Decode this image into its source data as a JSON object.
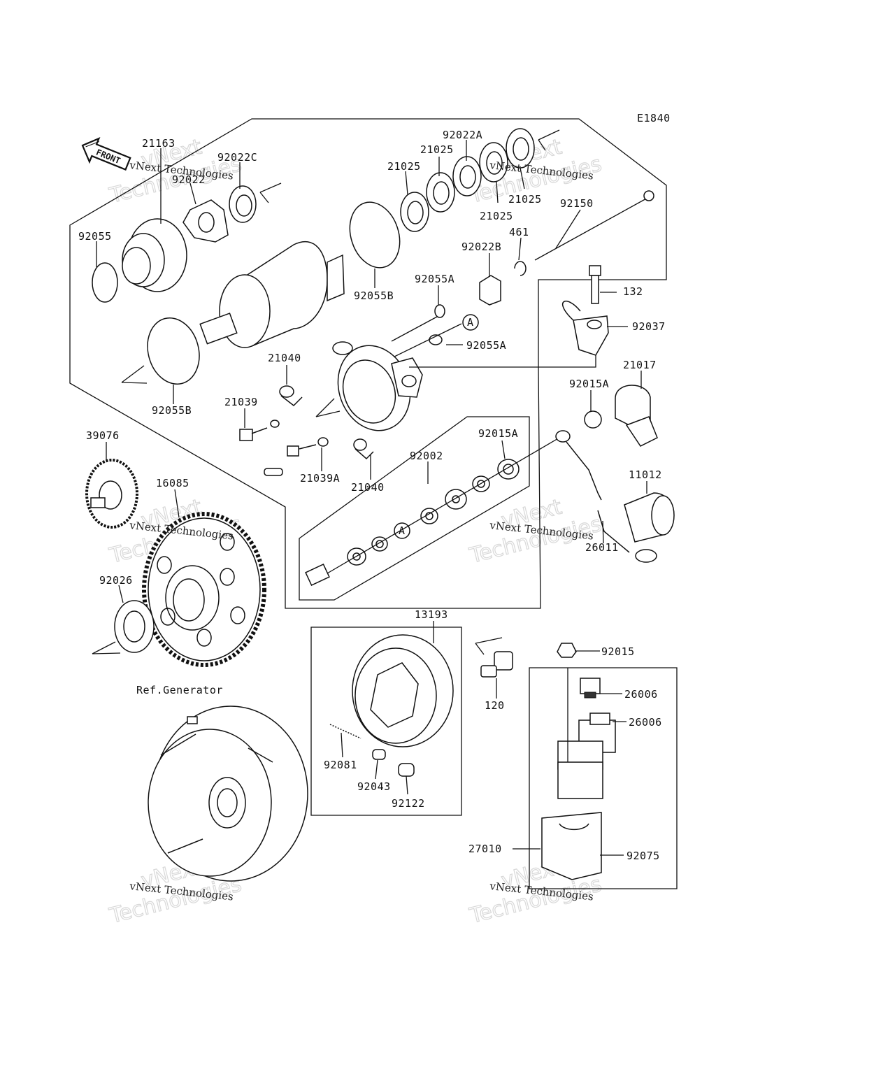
{
  "diagram": {
    "code": "E1840",
    "front_label": "FRONT",
    "reference_label": "Ref.Generator",
    "circle_ref": "A",
    "parts": [
      {
        "id": "p21163",
        "label": "21163"
      },
      {
        "id": "p92022c",
        "label": "92022C"
      },
      {
        "id": "p92022",
        "label": "92022"
      },
      {
        "id": "p92055",
        "label": "92055"
      },
      {
        "id": "p92055b_top",
        "label": "92055B"
      },
      {
        "id": "p92055b_bottom",
        "label": "92055B"
      },
      {
        "id": "p21025_a",
        "label": "21025"
      },
      {
        "id": "p21025_b",
        "label": "21025"
      },
      {
        "id": "p21025_c",
        "label": "21025"
      },
      {
        "id": "p21025_d",
        "label": "21025"
      },
      {
        "id": "p92022a",
        "label": "92022A"
      },
      {
        "id": "p92150",
        "label": "92150"
      },
      {
        "id": "p461",
        "label": "461"
      },
      {
        "id": "p92022b",
        "label": "92022B"
      },
      {
        "id": "p92055a_1",
        "label": "92055A"
      },
      {
        "id": "p92055a_2",
        "label": "92055A"
      },
      {
        "id": "p132",
        "label": "132"
      },
      {
        "id": "p92037",
        "label": "92037"
      },
      {
        "id": "p21040_a",
        "label": "21040"
      },
      {
        "id": "p21040_b",
        "label": "21040"
      },
      {
        "id": "p21039",
        "label": "21039"
      },
      {
        "id": "p21039a",
        "label": "21039A"
      },
      {
        "id": "p21017",
        "label": "21017"
      },
      {
        "id": "p92015a_1",
        "label": "92015A"
      },
      {
        "id": "p92015a_2",
        "label": "92015A"
      },
      {
        "id": "p92002",
        "label": "92002"
      },
      {
        "id": "p39076",
        "label": "39076"
      },
      {
        "id": "p16085",
        "label": "16085"
      },
      {
        "id": "p11012",
        "label": "11012"
      },
      {
        "id": "p26011",
        "label": "26011"
      },
      {
        "id": "p92026",
        "label": "92026"
      },
      {
        "id": "p13193",
        "label": "13193"
      },
      {
        "id": "p92015",
        "label": "92015"
      },
      {
        "id": "p120",
        "label": "120"
      },
      {
        "id": "p26006_a",
        "label": "26006"
      },
      {
        "id": "p26006_b",
        "label": "26006"
      },
      {
        "id": "p92081",
        "label": "92081"
      },
      {
        "id": "p92043",
        "label": "92043"
      },
      {
        "id": "p92122",
        "label": "92122"
      },
      {
        "id": "p27010",
        "label": "27010"
      },
      {
        "id": "p92075",
        "label": "92075"
      }
    ]
  },
  "watermark": {
    "line1": "vNext",
    "line2": "Technologies",
    "caption": "vNext Technologies"
  }
}
